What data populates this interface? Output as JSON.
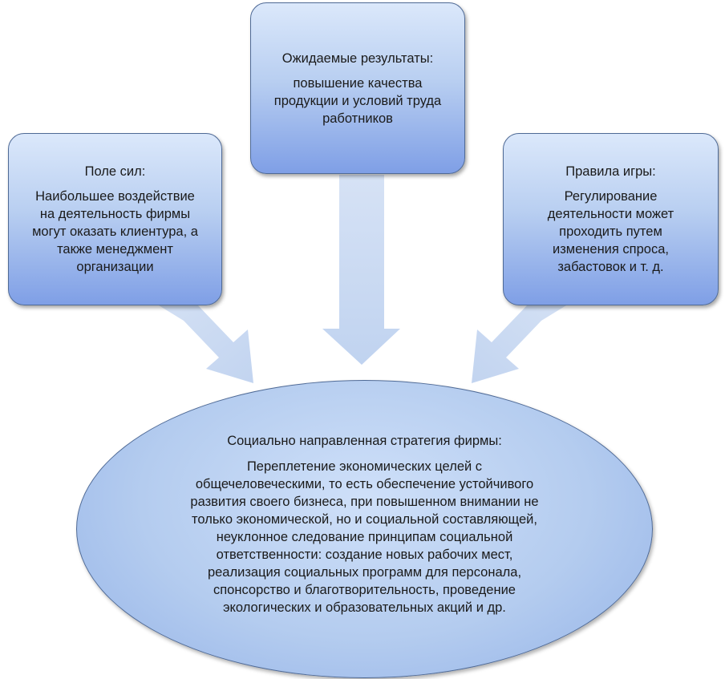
{
  "diagram": {
    "left_box": {
      "title": "Поле сил:",
      "body": "Наибольшее воздействие\nна деятельность фирмы\nмогут оказать клиентура, а\nтакже менеджмент\nорганизации"
    },
    "center_box": {
      "title": "Ожидаемые результаты:",
      "body": "повышение качества\nпродукции и условий труда\nработников"
    },
    "right_box": {
      "title": "Правила игры:",
      "body": "Регулирование\nдеятельности может\nпроходить путем\nизменения спроса,\nзабастовок и т. д."
    },
    "center_ellipse": {
      "title": "Социально направленная стратегия фирмы:",
      "body": "Переплетение экономических целей с\nобщечеловеческими, то есть обеспечение устойчивого\nразвития своего бизнеса, при повышенном внимании не\nтолько экономической, но и социальной составляющей,\nнеуклонное следование принципам социальной\nответственности: создание новых рабочих мест,\nреализация социальных программ для персонала,\nспонсорство и благотворительность, проведение\nэкологических и образовательных акций и др."
    }
  },
  "colors": {
    "box_top": "#dbe8fb",
    "box_bottom": "#7f9fe6",
    "arrow": "#c9d9f2",
    "border": "#4f6a96"
  }
}
